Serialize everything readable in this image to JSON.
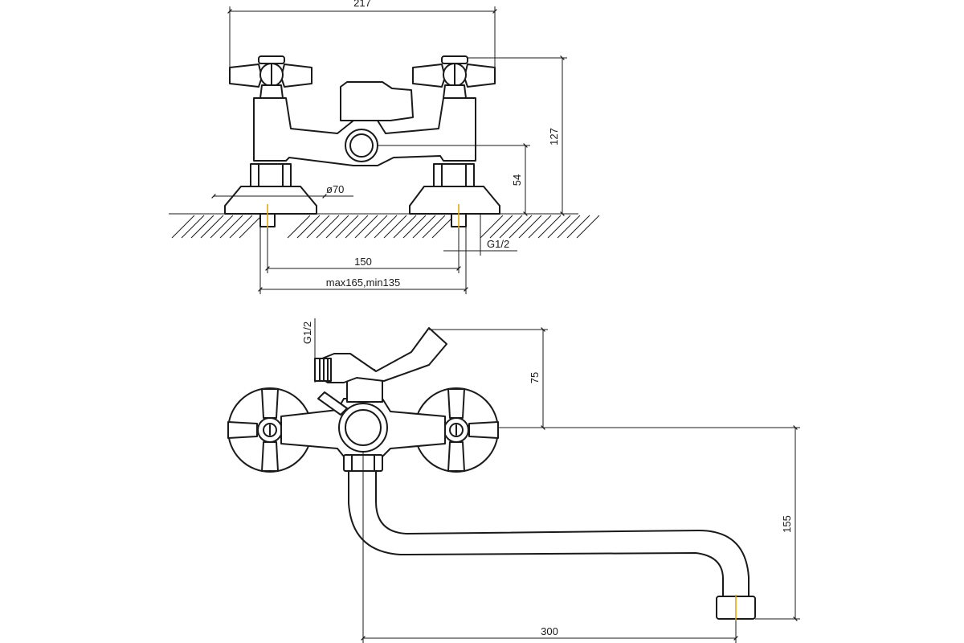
{
  "dimensions": {
    "overall_width": "217",
    "total_height": "127",
    "outlet_height": "54",
    "flange_diameter": "ø70",
    "thread_top": "G1/2",
    "inlet_spacing": "150",
    "inlet_range": "max165,min135",
    "thread_side": "G1/2",
    "lever_height": "75",
    "spout_drop": "155",
    "spout_reach": "300"
  },
  "colors": {
    "line": "#1a1a1a",
    "axis_mark": "#e0a000",
    "background": "#ffffff"
  }
}
